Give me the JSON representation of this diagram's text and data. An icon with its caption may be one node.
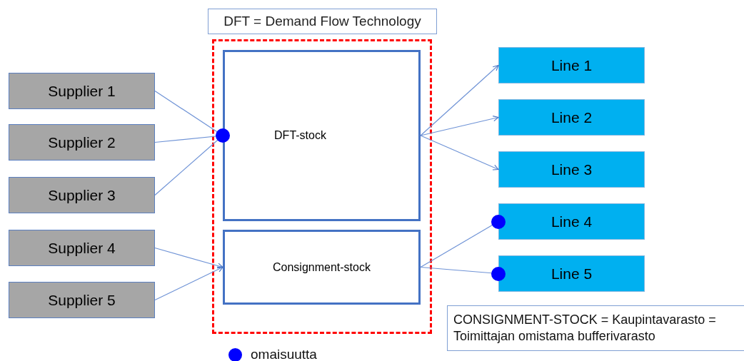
{
  "diagram": {
    "nodes": [
      {
        "text": [
          "DFT = Demand Flow Technology"
        ]
      },
      {
        "text": [],
        "shape": "box"
      },
      {
        "text": [
          "DFT-stock"
        ],
        "in": 1
      },
      {
        "text": [
          "Consignment-stock"
        ],
        "in": 1
      },
      {
        "text": [
          "Supplier 1"
        ]
      },
      {
        "text": [
          "Supplier 2"
        ]
      },
      {
        "text": [
          "Supplier 3"
        ]
      },
      {
        "text": [
          "Supplier 4"
        ]
      },
      {
        "text": [
          "Supplier 5"
        ]
      },
      {
        "text": [
          "Line 1"
        ]
      },
      {
        "text": [
          "Line 2"
        ]
      },
      {
        "text": [
          "Line 3"
        ]
      },
      {
        "text": [
          "Line 4"
        ]
      },
      {
        "text": [
          "Line 5"
        ]
      },
      {
        "text": [
          "CONSIGNMENT-STOCK = Kaupintavarasto = Toimittajan omistama bufferivarasto"
        ]
      }
    ],
    "edges": [
      {
        "from": 4,
        "to": 2,
        "arrow": "to"
      },
      {
        "from": 5,
        "to": 2,
        "arrow": "to"
      },
      {
        "from": 6,
        "to": 2,
        "arrow": "to"
      },
      {
        "from": 7,
        "to": 3,
        "arrow": "to"
      },
      {
        "from": 8,
        "to": 3,
        "arrow": "to"
      },
      {
        "from": 2,
        "to": 9,
        "arrow": "to"
      },
      {
        "from": 2,
        "to": 10,
        "arrow": "to"
      },
      {
        "from": 2,
        "to": 11,
        "arrow": "to"
      },
      {
        "from": 3,
        "to": 12,
        "arrow": "to"
      },
      {
        "from": 3,
        "to": 13,
        "arrow": "to"
      }
    ],
    "legend": [
      {
        "text": "omaisuutta",
        "color": "#0000ff"
      }
    ]
  }
}
